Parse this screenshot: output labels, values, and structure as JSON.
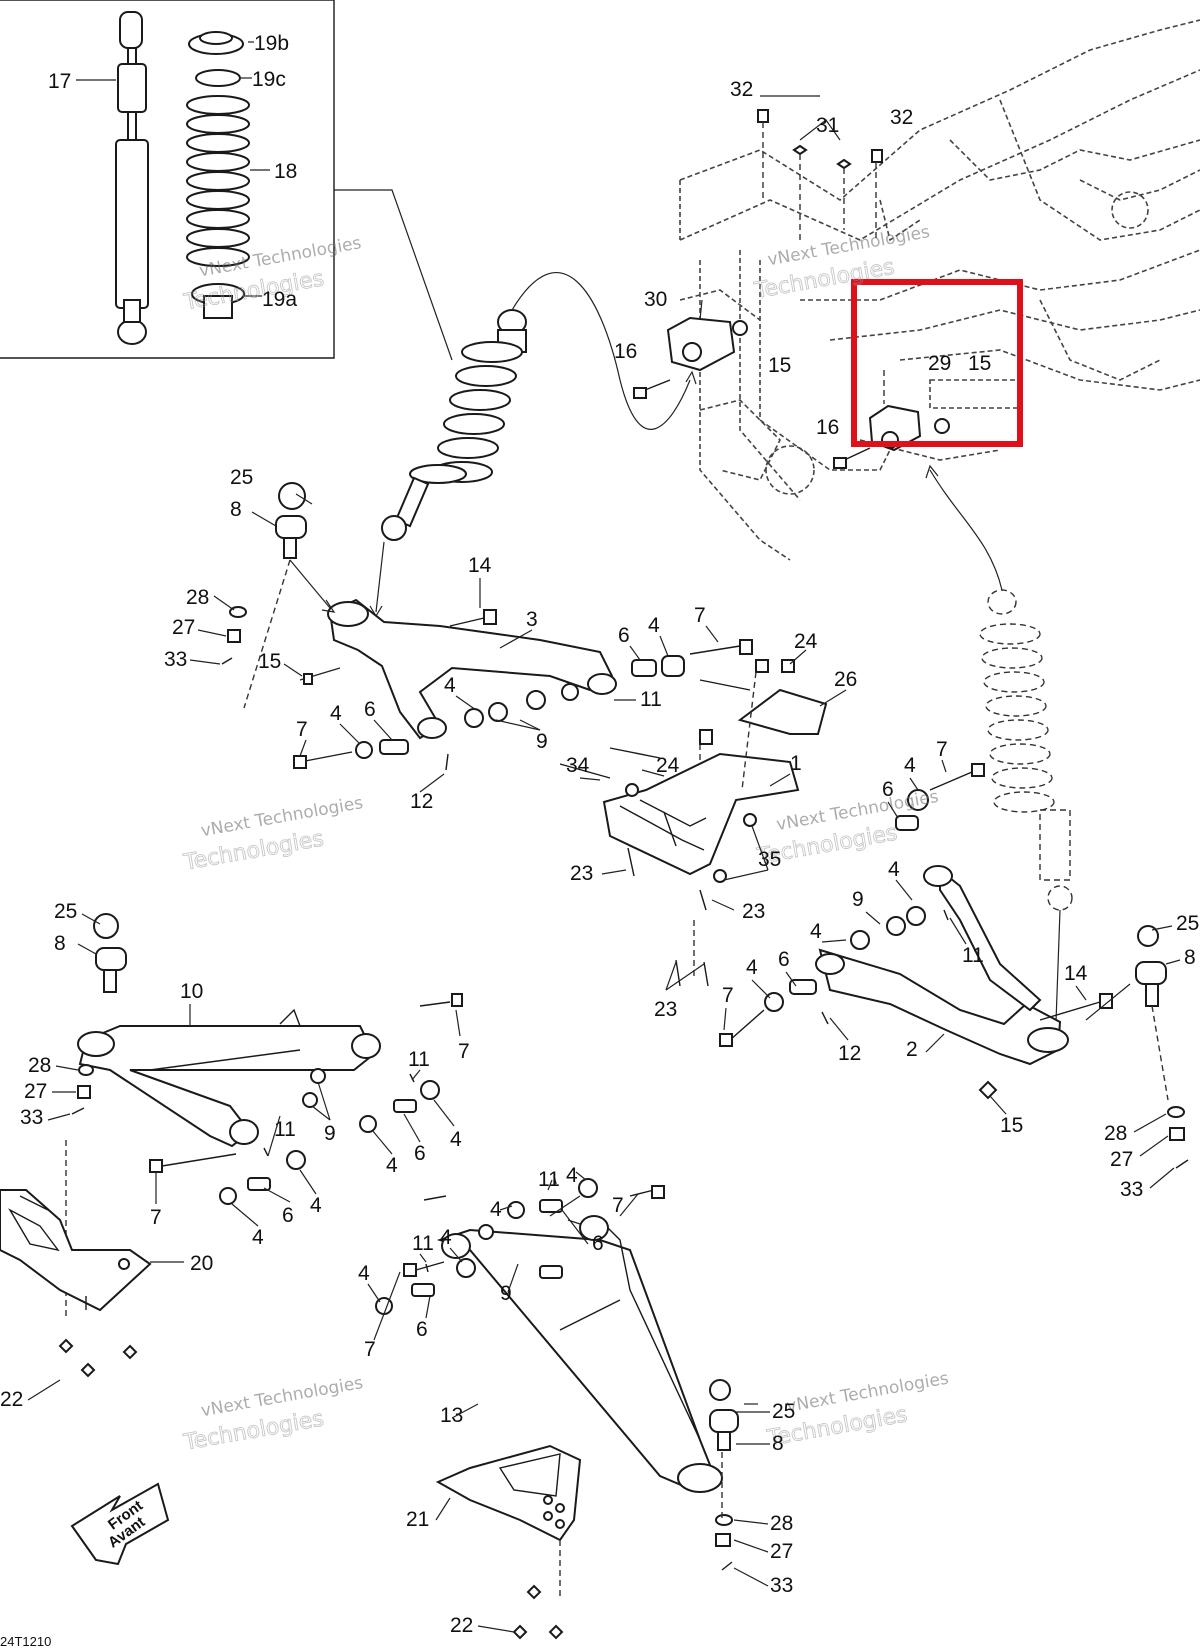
{
  "diagram": {
    "ref_code": "24T1210",
    "watermark_line1": "vNext Technologies",
    "watermark_line2": "Technologies",
    "front_arrow": {
      "line1": "Front",
      "line2": "Avant"
    },
    "highlight_color": "#e0101a",
    "labels": [
      {
        "id": "17",
        "text": "17"
      },
      {
        "id": "19b",
        "text": "19b"
      },
      {
        "id": "19c",
        "text": "19c"
      },
      {
        "id": "18",
        "text": "18"
      },
      {
        "id": "19a",
        "text": "19a"
      },
      {
        "id": "32",
        "text": "32"
      },
      {
        "id": "31",
        "text": "31"
      },
      {
        "id": "32b",
        "text": "32"
      },
      {
        "id": "30",
        "text": "30"
      },
      {
        "id": "16",
        "text": "16"
      },
      {
        "id": "15",
        "text": "15"
      },
      {
        "id": "29",
        "text": "29"
      },
      {
        "id": "15b",
        "text": "15"
      },
      {
        "id": "16b",
        "text": "16"
      },
      {
        "id": "25",
        "text": "25"
      },
      {
        "id": "8",
        "text": "8"
      },
      {
        "id": "14",
        "text": "14"
      },
      {
        "id": "3",
        "text": "3"
      },
      {
        "id": "28",
        "text": "28"
      },
      {
        "id": "27",
        "text": "27"
      },
      {
        "id": "33",
        "text": "33"
      },
      {
        "id": "15c",
        "text": "15"
      },
      {
        "id": "6",
        "text": "6"
      },
      {
        "id": "4",
        "text": "4"
      },
      {
        "id": "7",
        "text": "7"
      },
      {
        "id": "24",
        "text": "24"
      },
      {
        "id": "26",
        "text": "26"
      },
      {
        "id": "11",
        "text": "11"
      },
      {
        "id": "4b",
        "text": "4"
      },
      {
        "id": "7b",
        "text": "7"
      },
      {
        "id": "4c",
        "text": "4"
      },
      {
        "id": "6b",
        "text": "6"
      },
      {
        "id": "9",
        "text": "9"
      },
      {
        "id": "12",
        "text": "12"
      },
      {
        "id": "34",
        "text": "34"
      },
      {
        "id": "24b",
        "text": "24"
      },
      {
        "id": "1",
        "text": "1"
      },
      {
        "id": "35",
        "text": "35"
      },
      {
        "id": "23",
        "text": "23"
      },
      {
        "id": "23b",
        "text": "23"
      },
      {
        "id": "7c",
        "text": "7"
      },
      {
        "id": "4d",
        "text": "4"
      },
      {
        "id": "6c",
        "text": "6"
      },
      {
        "id": "4e",
        "text": "4"
      },
      {
        "id": "9b",
        "text": "9"
      },
      {
        "id": "11b",
        "text": "11"
      },
      {
        "id": "4f",
        "text": "4"
      },
      {
        "id": "25b",
        "text": "25"
      },
      {
        "id": "8b",
        "text": "8"
      },
      {
        "id": "23c",
        "text": "23"
      },
      {
        "id": "4g",
        "text": "4"
      },
      {
        "id": "6d",
        "text": "6"
      },
      {
        "id": "7d",
        "text": "7"
      },
      {
        "id": "14b",
        "text": "14"
      },
      {
        "id": "12b",
        "text": "12"
      },
      {
        "id": "2",
        "text": "2"
      },
      {
        "id": "15d",
        "text": "15"
      },
      {
        "id": "28b",
        "text": "28"
      },
      {
        "id": "27b",
        "text": "27"
      },
      {
        "id": "33b",
        "text": "33"
      },
      {
        "id": "25c",
        "text": "25"
      },
      {
        "id": "8c",
        "text": "8"
      },
      {
        "id": "10",
        "text": "10"
      },
      {
        "id": "7e",
        "text": "7"
      },
      {
        "id": "28c",
        "text": "28"
      },
      {
        "id": "11c",
        "text": "11"
      },
      {
        "id": "27c",
        "text": "27"
      },
      {
        "id": "33c",
        "text": "33"
      },
      {
        "id": "9c",
        "text": "9"
      },
      {
        "id": "4h",
        "text": "4"
      },
      {
        "id": "11d",
        "text": "11"
      },
      {
        "id": "6e",
        "text": "6"
      },
      {
        "id": "4i",
        "text": "4"
      },
      {
        "id": "7f",
        "text": "7"
      },
      {
        "id": "4j",
        "text": "4"
      },
      {
        "id": "6f",
        "text": "6"
      },
      {
        "id": "4k",
        "text": "4"
      },
      {
        "id": "20",
        "text": "20"
      },
      {
        "id": "11e",
        "text": "11"
      },
      {
        "id": "4l",
        "text": "4"
      },
      {
        "id": "4m",
        "text": "4"
      },
      {
        "id": "7g",
        "text": "7"
      },
      {
        "id": "6g",
        "text": "6"
      },
      {
        "id": "11f",
        "text": "11"
      },
      {
        "id": "4n",
        "text": "4"
      },
      {
        "id": "4o",
        "text": "4"
      },
      {
        "id": "9d",
        "text": "9"
      },
      {
        "id": "6h",
        "text": "6"
      },
      {
        "id": "22",
        "text": "22"
      },
      {
        "id": "7h",
        "text": "7"
      },
      {
        "id": "13",
        "text": "13"
      },
      {
        "id": "25d",
        "text": "25"
      },
      {
        "id": "8d",
        "text": "8"
      },
      {
        "id": "21",
        "text": "21"
      },
      {
        "id": "28d",
        "text": "28"
      },
      {
        "id": "27d",
        "text": "27"
      },
      {
        "id": "33d",
        "text": "33"
      },
      {
        "id": "22b",
        "text": "22"
      }
    ]
  }
}
